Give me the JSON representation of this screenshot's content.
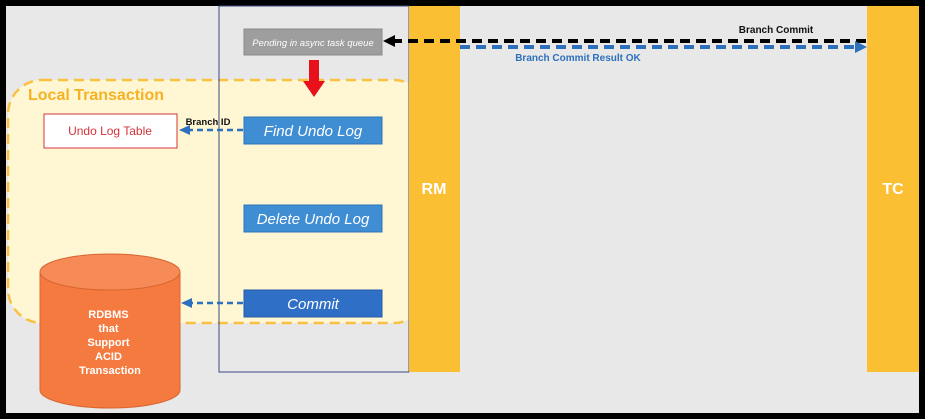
{
  "diagram": {
    "local_transaction_label": "Local Transaction",
    "undo_log_table_label": "Undo Log Table",
    "branch_id_label": "Branch ID",
    "rdbms_lines": [
      "RDBMS",
      "that",
      "Support",
      "ACID",
      "Transaction"
    ],
    "steps": {
      "pending": "Pending in async task queue",
      "find": "Find Undo Log",
      "delete": "Delete Undo Log",
      "commit": "Commit"
    },
    "rm_label": "RM",
    "tc_label": "TC",
    "branch_commit_label": "Branch Commit",
    "branch_commit_result_label": "Branch Commit Result OK"
  },
  "colors": {
    "background": "#e8e8e8",
    "bar": "#fbbf34",
    "local_tx_border": "#f9c042",
    "local_tx_fill": "#fff6d4",
    "step_blue": "#3f8ed4",
    "commit_blue": "#2f6fc5",
    "pending_gray": "#9e9e9e",
    "red_arrow": "#e8101a",
    "dashed_blue": "#2d70be",
    "db_orange": "#f47a3f"
  }
}
